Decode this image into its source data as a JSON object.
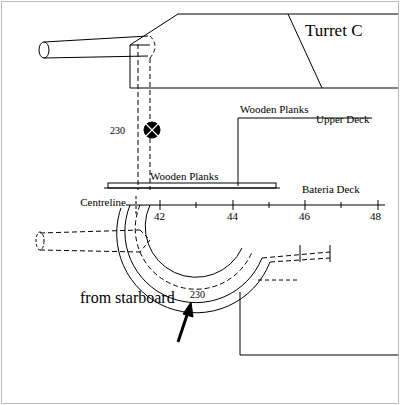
{
  "diagram": {
    "labels": [
      "Turret C",
      "230",
      "Wooden Planks",
      "Upper Deck",
      "Wooden Planks",
      "Bateria Deck",
      "Centreline",
      "42",
      "44",
      "46",
      "48",
      "230",
      "from starboard"
    ]
  }
}
